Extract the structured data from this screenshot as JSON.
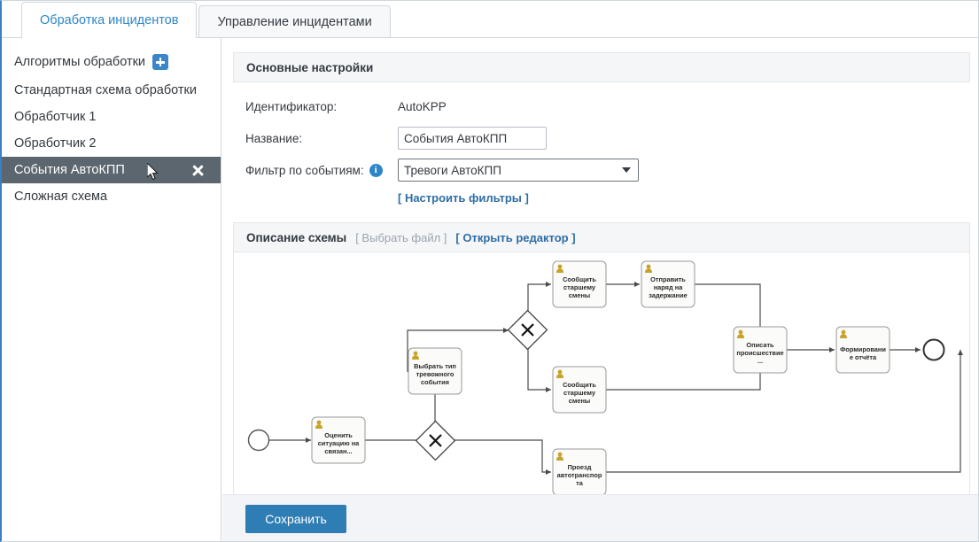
{
  "tabs": [
    {
      "label": "Обработка инцидентов",
      "active": true
    },
    {
      "label": "Управление инцидентами",
      "active": false
    }
  ],
  "sidebar": {
    "header_label": "Алгоритмы обработки",
    "add_icon": "plus-icon",
    "items": [
      {
        "label": "Стандартная схема обработки",
        "selected": false
      },
      {
        "label": "Обработчик 1",
        "selected": false
      },
      {
        "label": "Обработчик 2",
        "selected": false
      },
      {
        "label": "События АвтоКПП",
        "selected": true,
        "close_icon": "close-icon"
      },
      {
        "label": "Сложная схема",
        "selected": false
      }
    ]
  },
  "main": {
    "settings_panel_title": "Основные настройки",
    "fields": {
      "identifier_label": "Идентификатор:",
      "identifier_value": "AutoKPP",
      "name_label": "Название:",
      "name_value": "События АвтоКПП",
      "name_placeholder": "",
      "filter_label": "Фильтр по событиям:",
      "filter_info_icon": "info-icon",
      "filter_value": "Тревоги АвтоКПП",
      "filter_options": [
        "Тревоги АвтоКПП"
      ],
      "configure_filters_link": "[ Настроить фильтры ]"
    },
    "scheme": {
      "title": "Описание схемы",
      "choose_file_link": "[ Выбрать файл ]",
      "open_editor_link": "[ Открыть редактор ]"
    },
    "footer": {
      "save_label": "Сохранить"
    }
  },
  "diagram": {
    "type": "bpmn-flow",
    "start_event": {
      "id": "start",
      "shape": "circle"
    },
    "end_event": {
      "id": "end",
      "shape": "circle"
    },
    "gateways": [
      {
        "id": "gw1",
        "shape": "exclusive-gateway",
        "symbol": "X"
      },
      {
        "id": "gw2",
        "shape": "exclusive-gateway",
        "symbol": "X"
      }
    ],
    "tasks": [
      {
        "id": "t1",
        "lines": [
          "Оценить",
          "ситуацию на",
          "связан..."
        ],
        "icon": "user-task-icon"
      },
      {
        "id": "t2",
        "lines": [
          "Выбрать тип",
          "тревожного",
          "события"
        ],
        "icon": "user-task-icon"
      },
      {
        "id": "t3",
        "lines": [
          "Сообщить",
          "старшему",
          "смены"
        ],
        "icon": "user-task-icon"
      },
      {
        "id": "t4",
        "lines": [
          "Отправить",
          "наряд на",
          "задержание"
        ],
        "icon": "user-task-icon"
      },
      {
        "id": "t5",
        "lines": [
          "Сообщить",
          "старшему",
          "смены"
        ],
        "icon": "user-task-icon"
      },
      {
        "id": "t6",
        "lines": [
          "Проезд",
          "автотранспор",
          "та"
        ],
        "icon": "user-task-icon"
      },
      {
        "id": "t7",
        "lines": [
          "Описать",
          "происшествие",
          "..."
        ],
        "icon": "user-task-icon"
      },
      {
        "id": "t8",
        "lines": [
          "Формировани",
          "е отчёта"
        ],
        "icon": "user-task-icon"
      }
    ]
  },
  "colors": {
    "accent": "#2e86c8",
    "primary_button": "#2e7db5",
    "selected_row": "#5b666e",
    "panel_header": "#f5f6f8",
    "task_icon": "#c9a227"
  }
}
